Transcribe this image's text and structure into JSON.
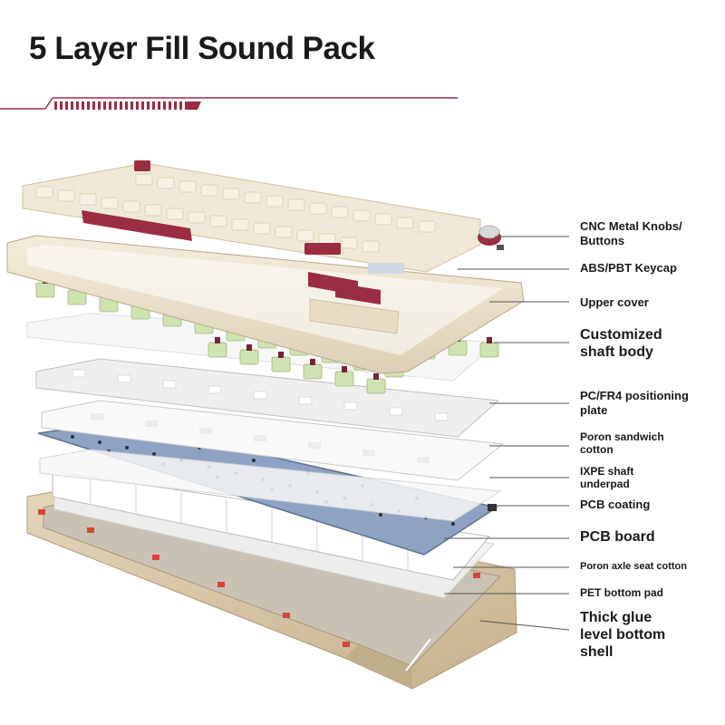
{
  "title": "5 Layer Fill Sound Pack",
  "colors": {
    "accent": "#9b2d42",
    "cream": "#ece3cf",
    "shell": "#d8c8a8",
    "pcb": "#8fa2c3",
    "switch_green": "#cfe3b0",
    "stem": "#7a2430"
  },
  "labels": [
    {
      "id": "cnc-knob",
      "line1": "CNC Metal Knobs/",
      "line2": "Buttons"
    },
    {
      "id": "keycap",
      "line1": "ABS/PBT Keycap",
      "line2": ""
    },
    {
      "id": "upper-cover",
      "line1": "Upper cover",
      "line2": ""
    },
    {
      "id": "shaft-body",
      "line1": "Customized",
      "line2": "shaft body"
    },
    {
      "id": "positioning-plate",
      "line1": "PC/FR4 positioning",
      "line2": "plate"
    },
    {
      "id": "poron-sandwich",
      "line1": "Poron sandwich",
      "line2": "cotton"
    },
    {
      "id": "ixpe-underpad",
      "line1": "IXPE shaft",
      "line2": "underpad"
    },
    {
      "id": "pcb-coating",
      "line1": "PCB coating",
      "line2": ""
    },
    {
      "id": "pcb-board",
      "line1": "PCB board",
      "line2": ""
    },
    {
      "id": "poron-axle",
      "line1": "Poron axle seat cotton",
      "line2": ""
    },
    {
      "id": "pet-pad",
      "line1": "PET bottom pad",
      "line2": ""
    },
    {
      "id": "bottom-shell",
      "line1": "Thick glue",
      "line2": "level bottom",
      "line3": "shell"
    }
  ]
}
